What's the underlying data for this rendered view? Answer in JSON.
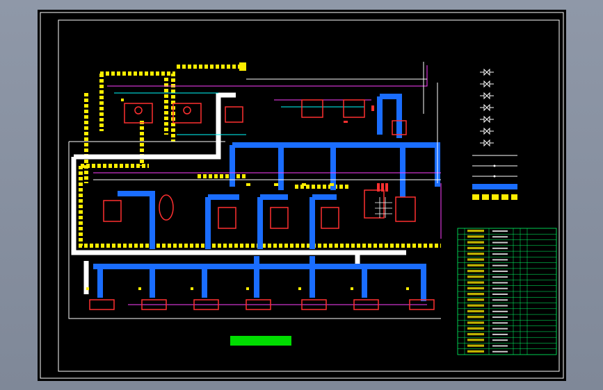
{
  "drawing": {
    "title": "",
    "colors": {
      "background": "#000000",
      "frame": "#ffffff",
      "steam_pipe": "#1a6dff",
      "yellow_pipe": "#ffee00",
      "water_pipe": "#ffffff",
      "equipment": "#ff3030",
      "valve": "#00ffff",
      "thin_line": "#ff40ff",
      "table_grid": "#00ff66",
      "title_box": "#00dd00"
    }
  },
  "legend": {
    "valves": [
      {
        "icon": "gate-valve-icon",
        "label": ""
      },
      {
        "icon": "check-valve-icon",
        "label": ""
      },
      {
        "icon": "solenoid-valve-icon",
        "label": ""
      },
      {
        "icon": "pressure-valve-icon",
        "label": ""
      },
      {
        "icon": "safety-valve-icon",
        "label": ""
      },
      {
        "icon": "trap-icon",
        "label": ""
      },
      {
        "icon": "relief-valve-icon",
        "label": ""
      }
    ],
    "lines": [
      {
        "style": "thin-line",
        "label": ""
      },
      {
        "style": "thin-line-dot",
        "label": ""
      },
      {
        "style": "thin-line-dash",
        "label": ""
      },
      {
        "style": "steam-pipe",
        "label": ""
      },
      {
        "style": "yellow-pipe",
        "label": ""
      }
    ]
  },
  "equipment_table": {
    "rows": 22
  }
}
